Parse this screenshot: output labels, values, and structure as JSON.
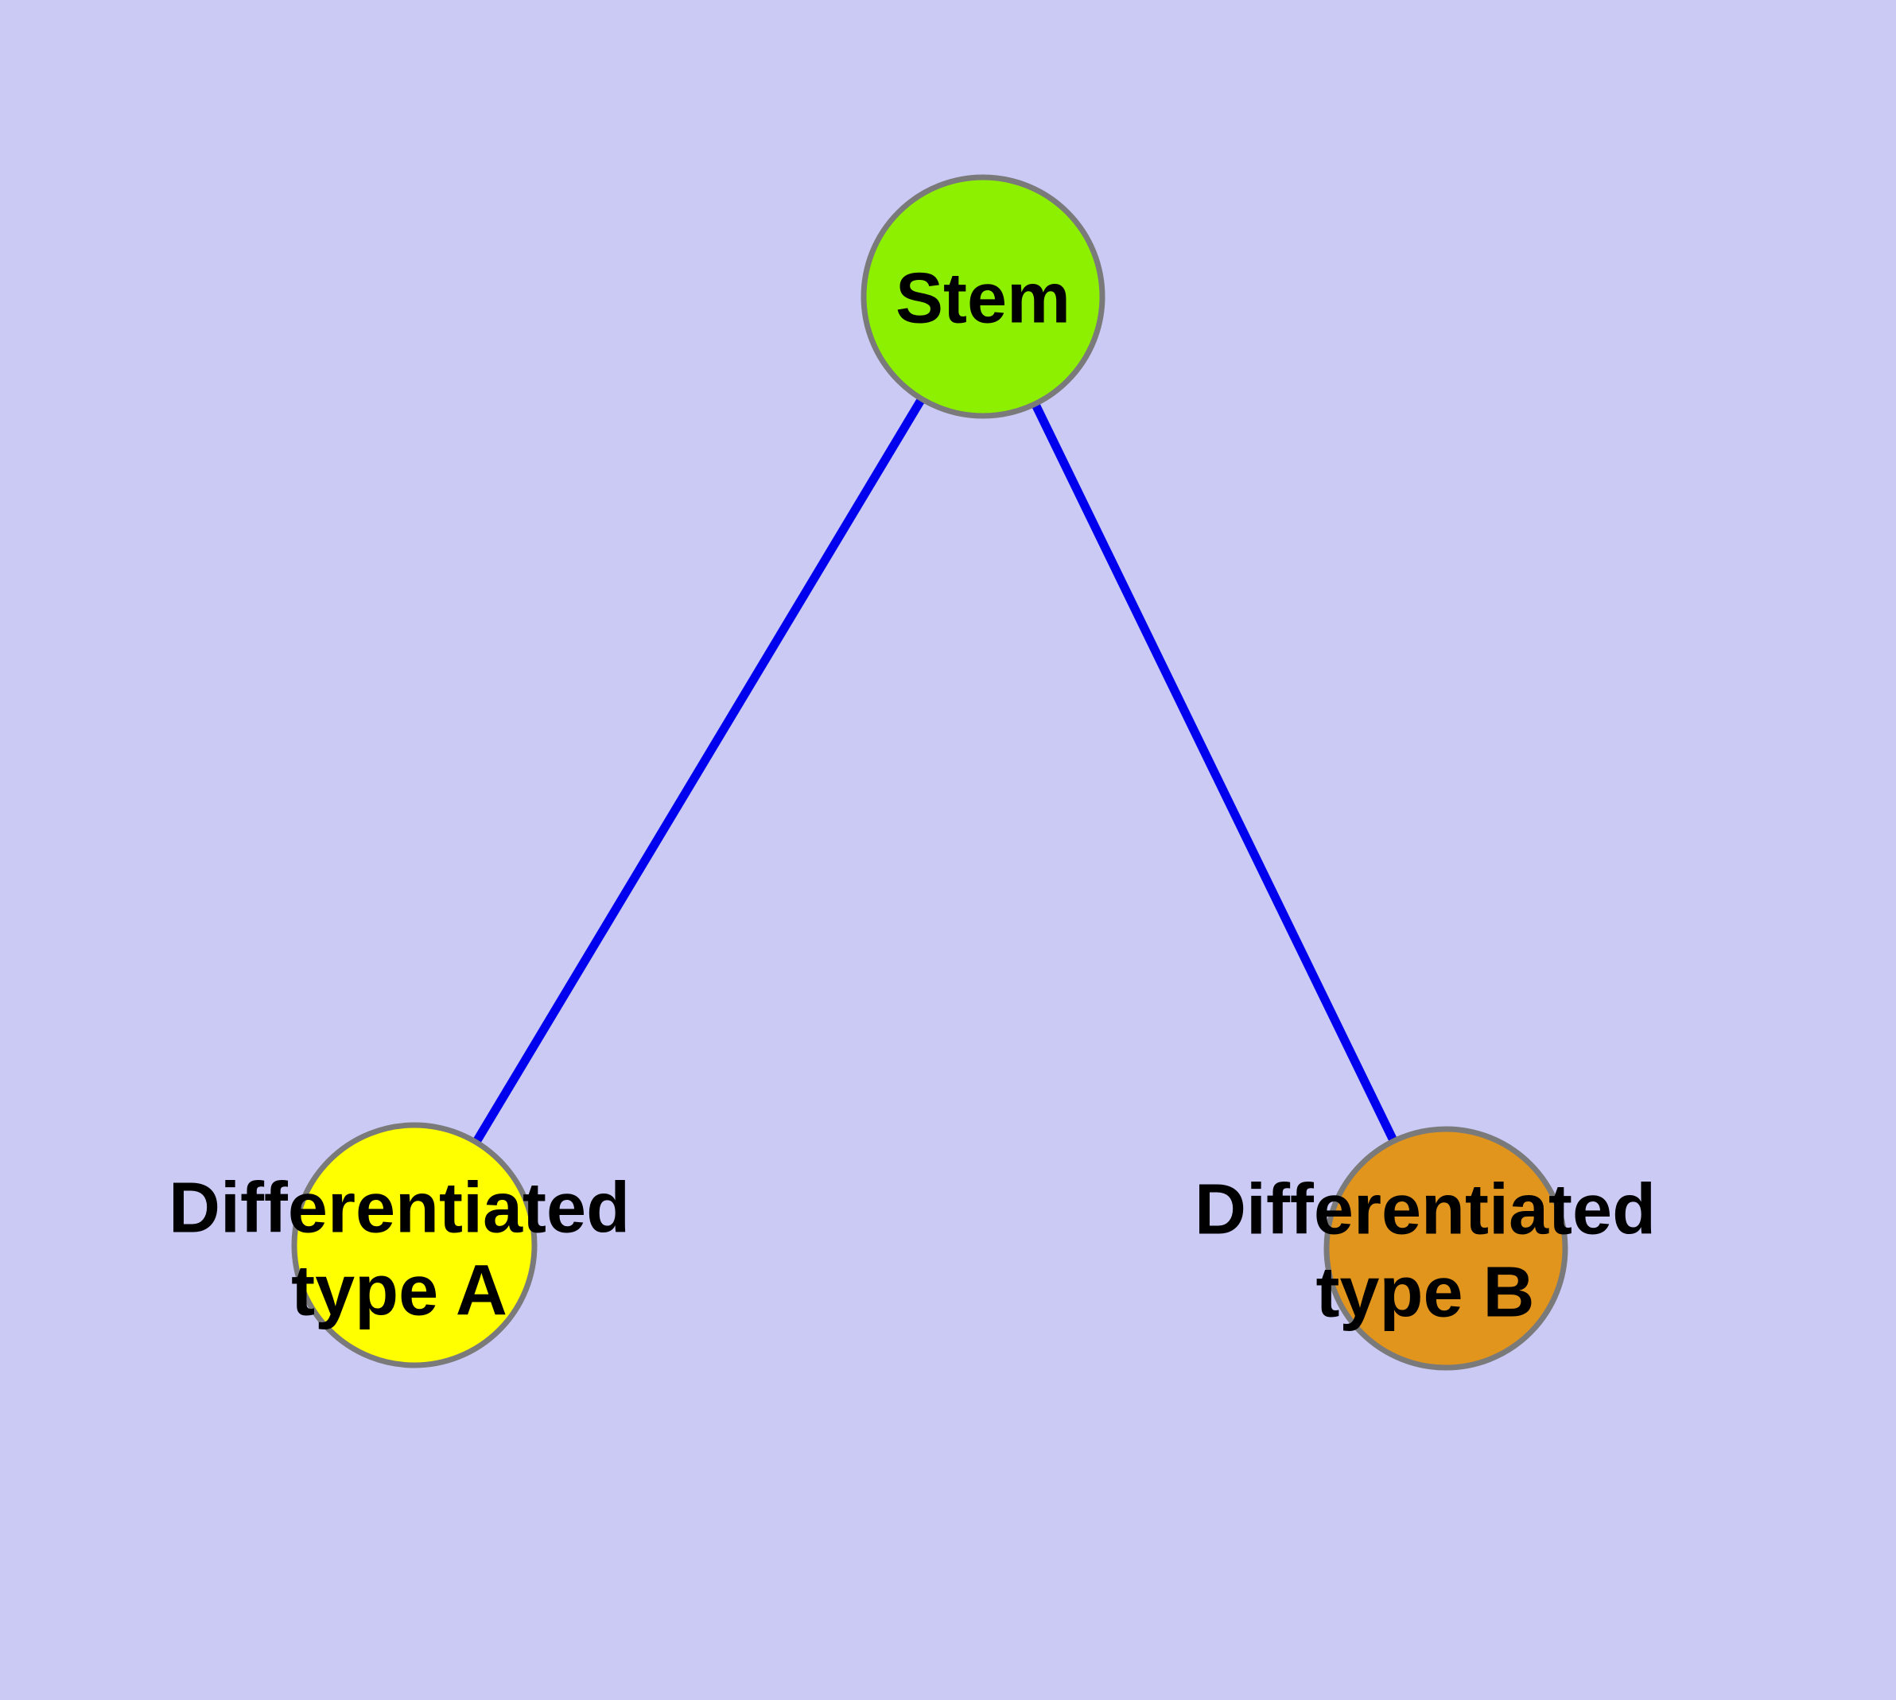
{
  "diagram": {
    "background_color": "#CACAF5",
    "edge_color": "#0000EE",
    "node_border_color": "#7A7A7A",
    "label_color": "#000000",
    "nodes": {
      "stem": {
        "label": "Stem",
        "color": "#8CF000"
      },
      "type_a": {
        "label": "Differentiated\ntype A",
        "color": "#FFFF00"
      },
      "type_b": {
        "label": "Differentiated\ntype B",
        "color": "#E2951C"
      }
    },
    "edges": [
      {
        "from": "stem",
        "to": "type_a"
      },
      {
        "from": "stem",
        "to": "type_b"
      }
    ]
  }
}
